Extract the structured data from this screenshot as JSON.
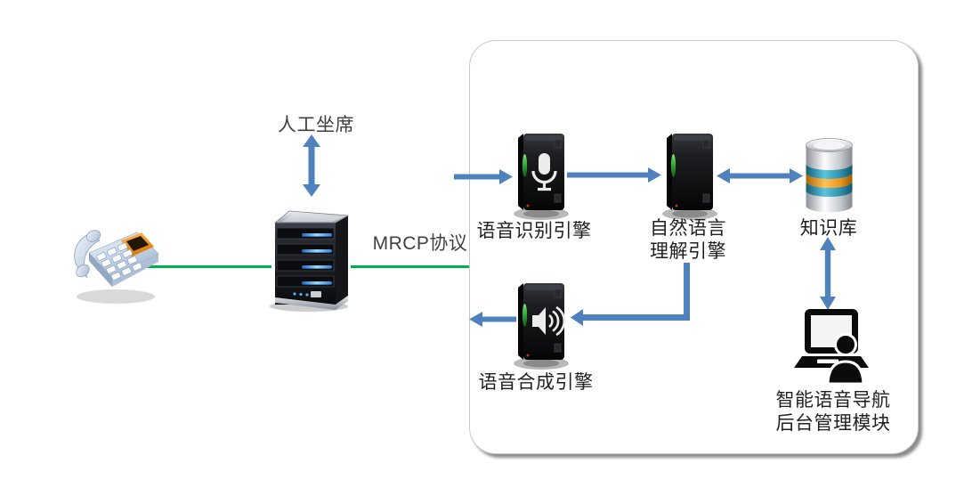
{
  "diagram": {
    "title_semantics": "intelligent voice navigation architecture",
    "left_side": {
      "agent_label": "人工坐席",
      "protocol_label": "MRCP协议"
    },
    "engine_container": {
      "asr_label": "语音识别引擎",
      "nlu_label_line1": "自然语言",
      "nlu_label_line2": "理解引擎",
      "kb_label": "知识库",
      "tts_label": "语音合成引擎",
      "admin_label_line1": "智能语音导航",
      "admin_label_line2": "后台管理模块"
    },
    "icons": [
      "telephone-icon",
      "server-tower-icon",
      "asr-server-icon",
      "microphone-icon",
      "nlu-server-icon",
      "knowledge-base-icon",
      "tts-server-icon",
      "speaker-icon",
      "admin-workstation-icon",
      "person-icon"
    ],
    "colors": {
      "arrow_blue": "#4f81bd",
      "line_green": "#00b050",
      "label_dark": "#1f1f1f",
      "label_gray": "#404040",
      "engine_led_green": "#46c74b",
      "db_teal": "#2e8fa8",
      "db_orange": "#e8971e",
      "bay_led_blue": "#58aaf0",
      "phone_orange": "#f59b2d",
      "container_bg": "#ffffff"
    }
  }
}
